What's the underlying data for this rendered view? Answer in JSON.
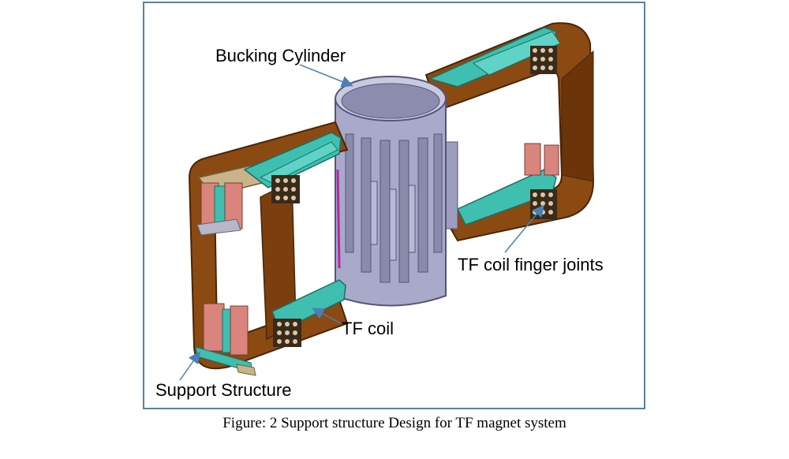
{
  "figure": {
    "labels": {
      "bucking_cylinder": "Bucking Cylinder",
      "finger_joints": "TF coil finger joints",
      "tf_coil": "TF coil",
      "support_structure": "Support Structure"
    },
    "caption": "Figure: 2 Support structure Design for TF magnet system",
    "colors": {
      "frame_border": "#5b7fa6",
      "coil_copper": "#8a4a12",
      "coil_edge": "#5a2c06",
      "support_teal": "#3fbfb0",
      "support_pink": "#d9847c",
      "cylinder": "#a9a9c9",
      "leader_arrow": "#4a7fb5"
    }
  }
}
